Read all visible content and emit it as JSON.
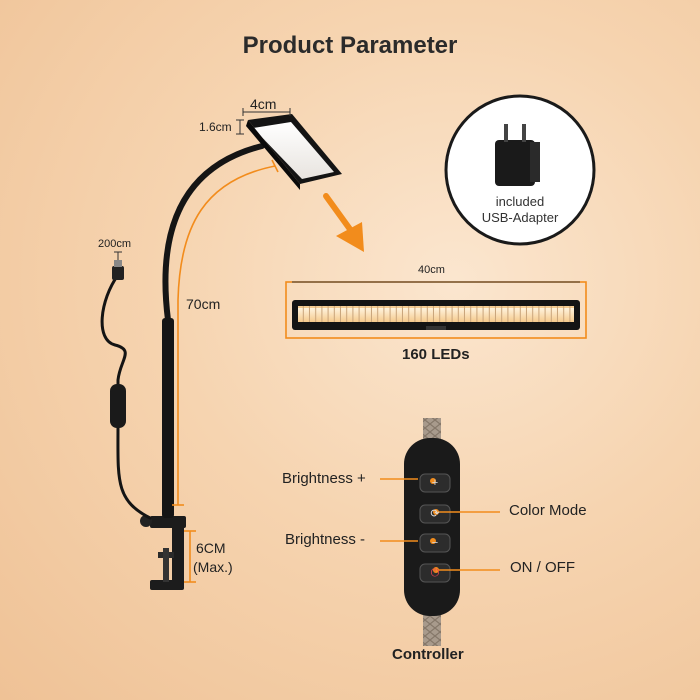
{
  "title": "Product Parameter",
  "dimensions": {
    "head_width": "4cm",
    "head_thickness": "1.6cm",
    "cable_length": "200cm",
    "arm_length": "70cm",
    "clamp_opening": "6CM",
    "clamp_note": "(Max.)",
    "bar_length": "40cm"
  },
  "adapter": {
    "line1": "included",
    "line2": "USB-Adapter"
  },
  "led_count_label": "160 LEDs",
  "controller": {
    "title": "Controller",
    "buttons": [
      {
        "label": "Brightness +",
        "icon": "plus-icon"
      },
      {
        "label": "Color Mode",
        "icon": "color-mode-icon"
      },
      {
        "label": "Brightness -",
        "icon": "minus-icon"
      },
      {
        "label": "ON / OFF",
        "icon": "power-icon"
      }
    ]
  },
  "colors": {
    "accent": "#f28c1c",
    "product": "#1a1a1a"
  }
}
